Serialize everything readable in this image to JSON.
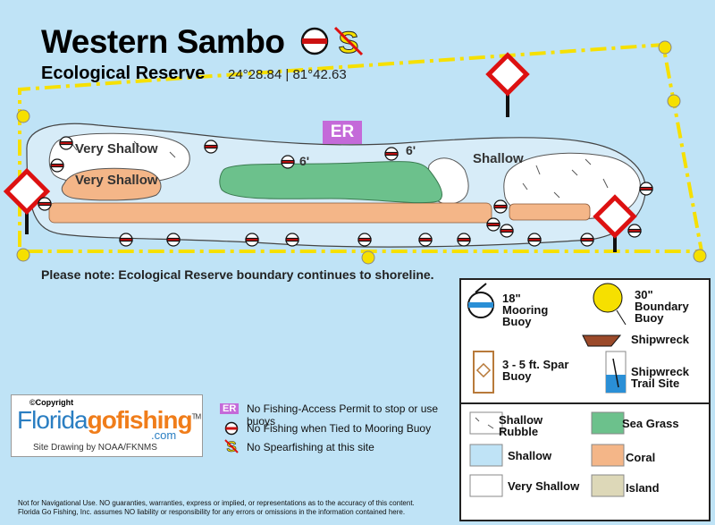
{
  "header": {
    "title": "Western Sambo",
    "subtitle": "Ecological Reserve",
    "coordinates": "24°28.84 | 81°42.63"
  },
  "map": {
    "labels": {
      "very_shallow_top": "Very Shallow",
      "very_shallow_coral": "Very Shallow",
      "shallow": "Shallow",
      "er_marker": "ER",
      "depth_left": "6'",
      "depth_right": "6'"
    },
    "note": "Please note: Ecological Reserve boundary continues to shoreline."
  },
  "legend": {
    "mooring_buoy": "18\" Mooring Buoy",
    "boundary_buoy": "30\" Boundary Buoy",
    "shipwreck": "Shipwreck",
    "spar_buoy": "3 - 5 ft. Spar Buoy",
    "shipwreck_trail": "Shipwreck Trail Site",
    "shallow_rubble": "Shallow Rubble",
    "sea_grass": "Sea Grass",
    "shallow": "Shallow",
    "coral": "Coral",
    "very_shallow": "Very Shallow",
    "island": "Island"
  },
  "brand": {
    "copyright": "©Copyright",
    "name_part1": "Florida",
    "name_part2": "gofishing",
    "tm": "TM",
    "domain": ".com",
    "credit": "Site Drawing by NOAA/FKNMS"
  },
  "key": {
    "er_badge": "ER",
    "er_text": "No Fishing-Access Permit to stop or use buoys",
    "mooring_text": "No Fishing when Tied to Mooring Buoy",
    "spear_text": "No Spearfishing at this site"
  },
  "disclaimer": {
    "line1": "Not for Navigational Use. NO guaranties, warranties, express or implied, or representations as to the accuracy of this content.",
    "line2": "Florida Go Fishing, Inc. assumes NO liability or responsibility for any errors or omissions in the information contained here."
  },
  "colors": {
    "water": "#bfe3f6",
    "shallow": "#c9e6f5",
    "very_shallow": "#ffffff",
    "coral": "#f4b688",
    "sea_grass": "#6cc18c",
    "island": "#ddd8b8",
    "boundary": "#f6e000",
    "er_purple": "#c46ad9"
  }
}
